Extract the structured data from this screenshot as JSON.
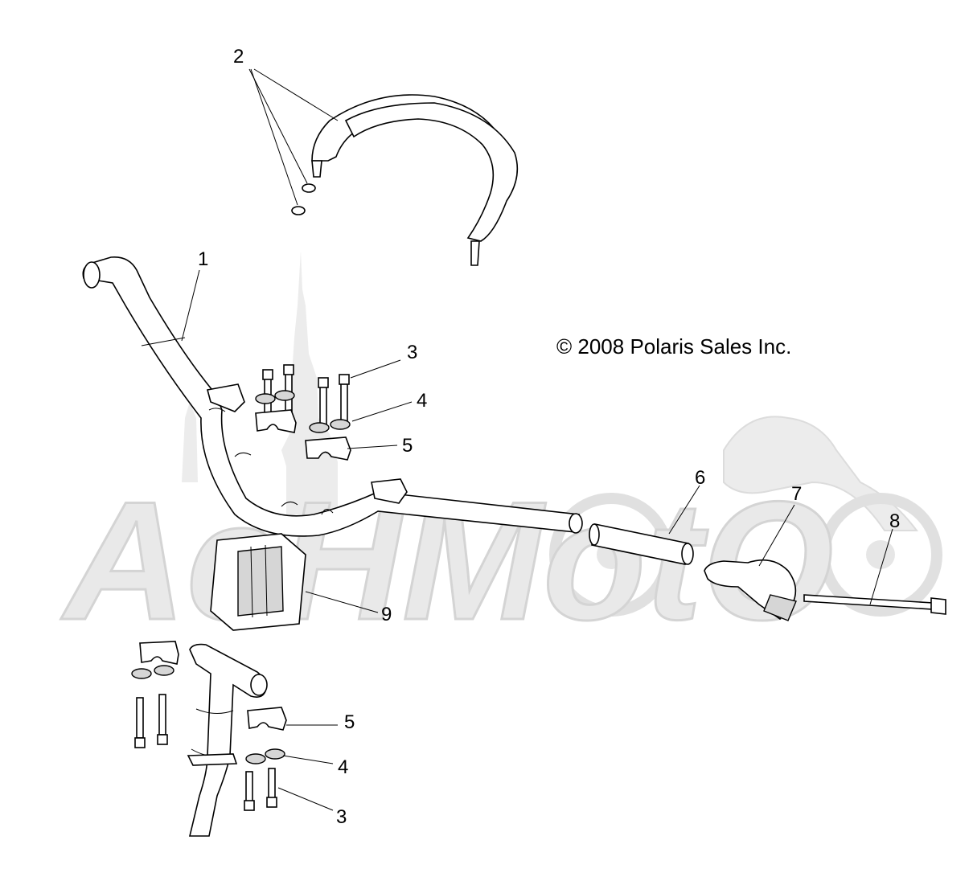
{
  "copyright": "© 2008 Polaris Sales Inc.",
  "watermark": "AcHMotO",
  "callouts": {
    "c1": "1",
    "c2": "2",
    "c3a": "3",
    "c4a": "4",
    "c5a": "5",
    "c6": "6",
    "c7": "7",
    "c8": "8",
    "c9": "9",
    "c5b": "5",
    "c4b": "4",
    "c3b": "3"
  }
}
